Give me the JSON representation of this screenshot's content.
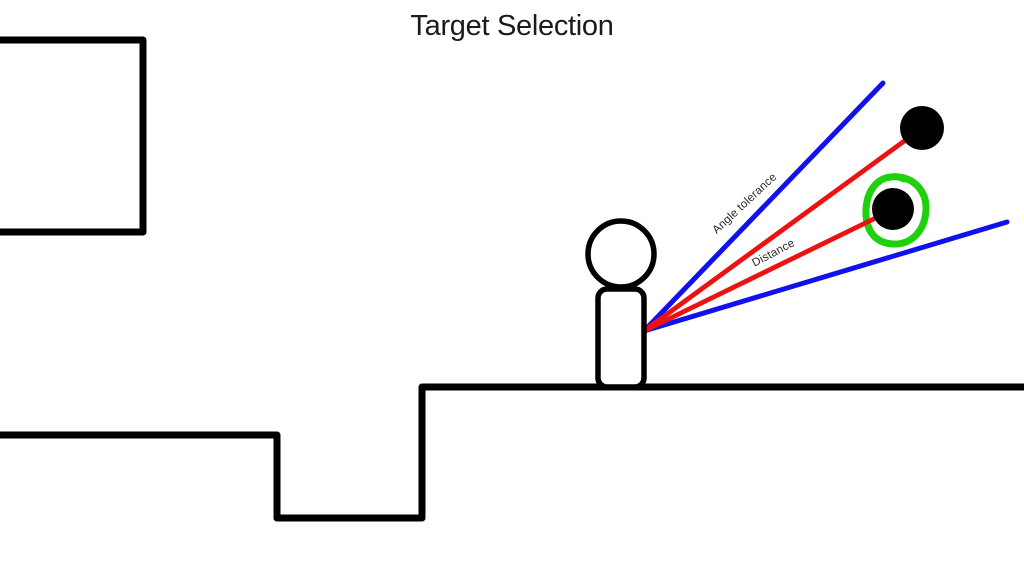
{
  "title": "Target Selection",
  "labels": {
    "angle_tolerance": "Angle tolerance",
    "distance": "Distance"
  },
  "colors": {
    "background": "#ffffff",
    "world_outline": "#000000",
    "angle_tolerance_ray": "#1111ee",
    "distance_ray": "#ee1111",
    "selection_ring": "#1fd10c",
    "target_fill": "#000000",
    "player_fill": "#ffffff",
    "title_text": "#1b1b1b",
    "label_text": "#2b2b2b"
  }
}
